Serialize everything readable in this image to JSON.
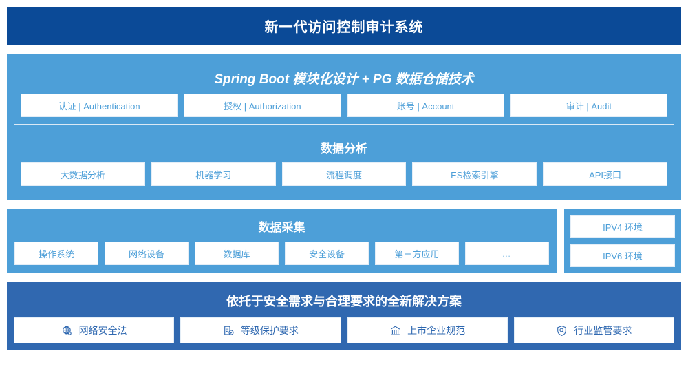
{
  "header": {
    "title": "新一代访问控制审计系统"
  },
  "platform": {
    "title": "Spring Boot 模块化设计 + PG 数据仓储技术",
    "cards": [
      "认证 | Authentication",
      "授权 | Authorization",
      "账号 | Account",
      "审计 | Audit"
    ]
  },
  "analysis": {
    "title": "数据分析",
    "cards": [
      "大数据分析",
      "机器学习",
      "流程调度",
      "ES检索引擎",
      "API接口"
    ]
  },
  "collection": {
    "title": "数据采集",
    "cards": [
      "操作系统",
      "网络设备",
      "数据库",
      "安全设备",
      "第三方应用",
      "…"
    ],
    "environments": [
      "IPV4 环境",
      "IPV6 环境"
    ]
  },
  "solution": {
    "title": "依托于安全需求与合理要求的全新解决方案",
    "cards": [
      {
        "icon": "globe-icon",
        "label": "网络安全法"
      },
      {
        "icon": "document-check-icon",
        "label": "等级保护要求"
      },
      {
        "icon": "bank-icon",
        "label": "上市企业规范"
      },
      {
        "icon": "shield-search-icon",
        "label": "行业监管要求"
      }
    ]
  },
  "colors": {
    "header_navy": "#0b4a97",
    "panel_blue": "#4d9fd8",
    "solution_blue": "#3068b0",
    "card_text_blue": "#4d9fd8",
    "card_text_dark_blue": "#2f68b0",
    "card_bg": "#ffffff"
  }
}
